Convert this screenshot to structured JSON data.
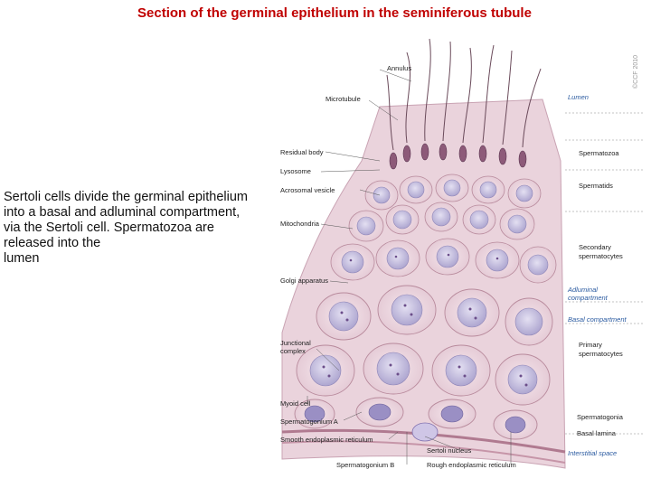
{
  "title": "Section of the germinal epithelium in the seminiferous tubule",
  "caption": "Sertoli cells divide the germinal epithelium into a basal and adluminal compartment, via the Sertoli cell. Spermatozoa are released into the\n lumen",
  "figure": {
    "copyright": "©CCF 2010",
    "left_labels": {
      "annulus": "Annulus",
      "microtubule": "Microtubule",
      "residual_body": "Residual body",
      "lysosome": "Lysosome",
      "acrosomal_vesicle": "Acrosomal vesicle",
      "mitochondria": "Mitochondria",
      "golgi": "Golgi apparatus",
      "junctional_complex_1": "Junctional",
      "junctional_complex_2": "complex",
      "myoid_cell": "Myoid cell",
      "spermatogonium_a": "Spermatogonium A",
      "smooth_er": "Smooth endoplasmic reticulum",
      "spermatogonium_b": "Spermatogonium B",
      "sertoli_nucleus": "Sertoli nucleus",
      "rough_er": "Rough endoplasmic reticulum"
    },
    "right_labels": {
      "lumen": "Lumen",
      "spermatozoa": "Spermatozoa",
      "spermatids": "Spermatids",
      "secondary_1": "Secondary",
      "secondary_2": "spermatocytes",
      "adluminal_1": "Adluminal",
      "adluminal_2": "compartment",
      "basal": "Basal compartment",
      "primary_1": "Primary",
      "primary_2": "spermatocytes",
      "spermatogonia": "Spermatogonia",
      "basal_lamina": "Basal lamina",
      "interstitial": "Interstitial space"
    },
    "colors": {
      "title": "#c00000",
      "tissue": "#e3c8d2",
      "cell_outline": "#b88a9c",
      "nucleus": "#c7c2df",
      "chromatin": "#6b4e8a",
      "accent_label": "#2a5aa0"
    }
  }
}
